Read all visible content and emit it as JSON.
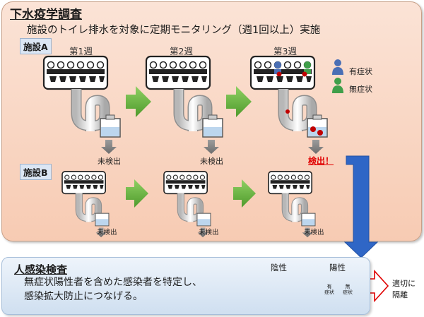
{
  "top": {
    "title": "下水疫学調査",
    "subtitle": "施設のトイレ排水を対象に定期モニタリング（週1回以上）実施",
    "facility_a": {
      "label": "施設A",
      "weeks": [
        "第1週",
        "第2週",
        "第3週"
      ],
      "results": [
        "未検出",
        "未検出",
        "検出！"
      ]
    },
    "facility_b": {
      "label": "施設B",
      "results": [
        "未検出",
        "未検出",
        "未検出"
      ]
    },
    "legend": {
      "symptomatic": "有症状",
      "asymptomatic": "無症状"
    }
  },
  "bottom": {
    "title": "人感染検査",
    "text_line1": "無症状陽性者を含めた感染者を特定し、",
    "text_line2": "感染拡大防止につなげる。",
    "negative_label": "陰性",
    "positive_label": "陽性",
    "symptomatic_short": "有\n症状",
    "sym_a": "有",
    "sym_b": "症状",
    "asym_a": "無",
    "asym_b": "症状",
    "action_line1": "適切に",
    "action_line2": "隔離"
  },
  "colors": {
    "symptomatic": "#4a6fb5",
    "asymptomatic": "#3f9f4a",
    "detected": "#e00000",
    "arrow_green": "#6fb843",
    "flow_arrow": "#2f66c6"
  }
}
